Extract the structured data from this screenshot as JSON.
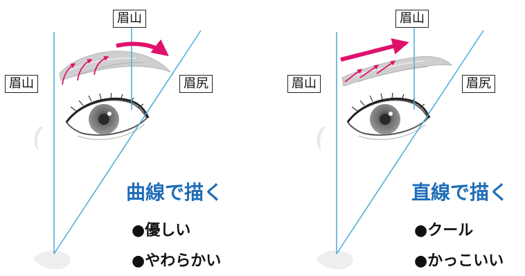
{
  "left_panel": {
    "label_brow_peak_top": "眉山",
    "label_brow_peak_side": "眉山",
    "label_brow_tail": "眉尻",
    "title": "曲線で描く",
    "bullets": [
      "●優しい",
      "●やわらかい"
    ]
  },
  "right_panel": {
    "label_brow_peak_top": "眉山",
    "label_brow_peak_side": "眉山",
    "label_brow_tail": "眉尻",
    "title": "直線で描く",
    "bullets": [
      "●クール",
      "●かっこいい"
    ]
  },
  "colors": {
    "guide_line": "#4aa8d8",
    "arrow": "#e0116b",
    "title": "#1f6db8",
    "eyebrow": "#c8c8c8",
    "iris": "#8a8a8a"
  }
}
